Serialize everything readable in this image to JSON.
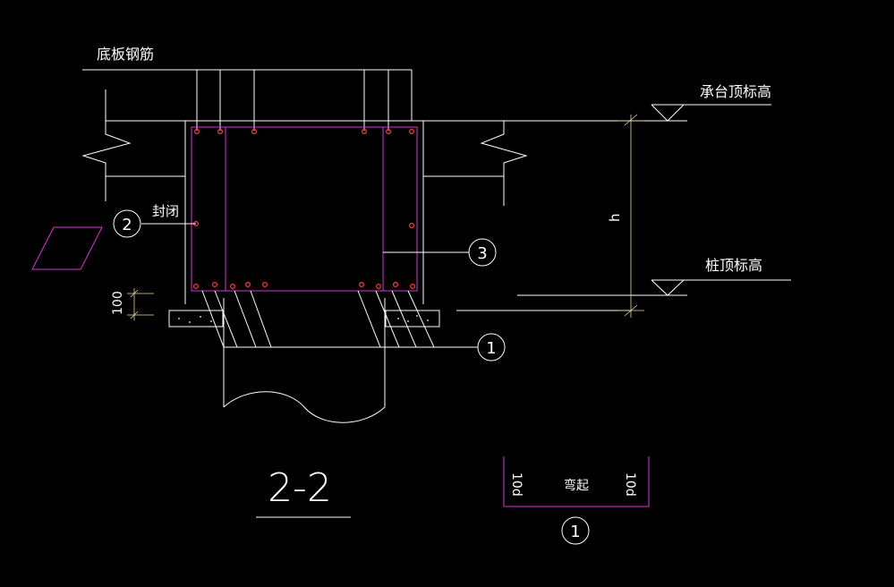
{
  "labels": {
    "slab_rebar": "底板钢筋",
    "cap_top_elevation": "承台顶标高",
    "pile_top_elevation": "桩顶标高",
    "seal": "封闭",
    "height": "h",
    "cover": "100",
    "section": "2-2",
    "bend_up": "弯起",
    "bend_left": "10d",
    "bend_right": "10d"
  },
  "callouts": {
    "c1": "1",
    "c2": "2",
    "c3": "3",
    "detail": "1"
  },
  "colors": {
    "background": "#000000",
    "line": "#ffffff",
    "rebar_cage": "#d437d4",
    "rebar_dot": "#ff3b3b",
    "dimension": "#e8d9a0"
  }
}
